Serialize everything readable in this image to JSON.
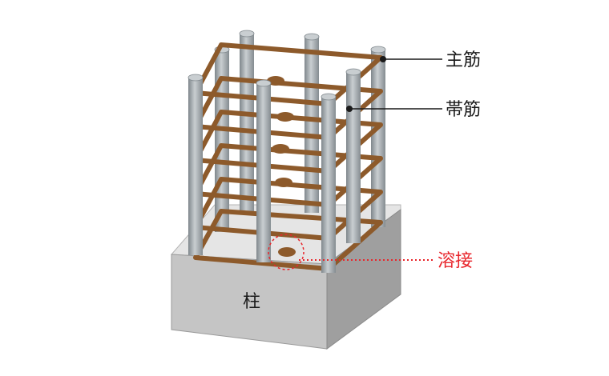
{
  "labels": {
    "main_rebar": "主筋",
    "hoop": "帯筋",
    "weld": "溶接",
    "column": "柱"
  },
  "colors": {
    "rebar": "#a2a9ae",
    "hoop": "#8d5a2b",
    "block_top": "#e4e4e4",
    "block_front": "#c4c4c4",
    "block_side": "#9c9c9c",
    "weld_mark": "#e8262c"
  }
}
